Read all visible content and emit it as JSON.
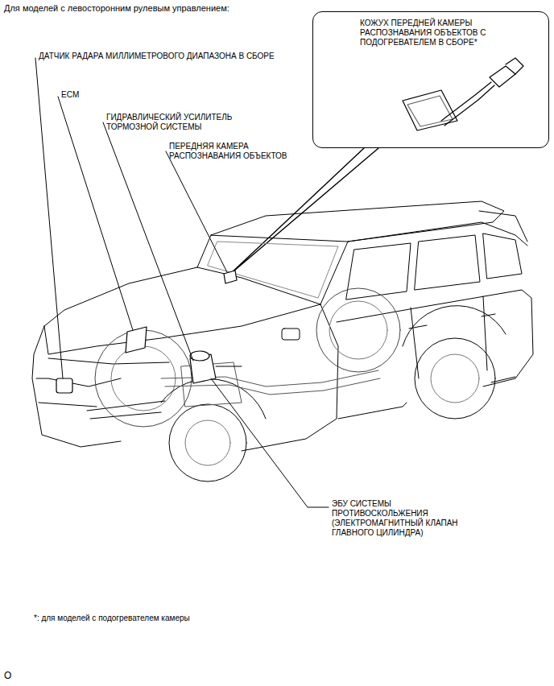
{
  "diagram": {
    "title": "Для моделей с левосторонним рулевым управлением:",
    "nodes": [
      {
        "text": [
          "КОЖУХ ПЕРЕДНЕЙ КАМЕРЫ РАСПОЗНАВАНИЯ ОБЪЕКТОВ С ПОДОГРЕВАТЕЛЕМ В СБОРЕ*"
        ]
      }
    ],
    "labels": [
      "ДАТЧИК РАДАРА МИЛЛИМЕТРОВОГО ДИАПАЗОНА В СБОРЕ",
      "ECM",
      "ГИДРАВЛИЧЕСКИЙ УСИЛИТЕЛЬ ТОРМОЗНОЙ СИСТЕМЫ",
      "ПЕРЕДНЯЯ КАМЕРА РАСПОЗНАВАНИЯ ОБЪЕКТОВ",
      "ЭБУ СИСТЕМЫ ПРОТИВОСКОЛЬЖЕНИЯ (ЭЛЕКТРОМАГНИТНЫЙ КЛАПАН ГЛАВНОГО ЦИЛИНДРА)",
      "*: для моделей с подогревателем камеры",
      "O"
    ]
  }
}
